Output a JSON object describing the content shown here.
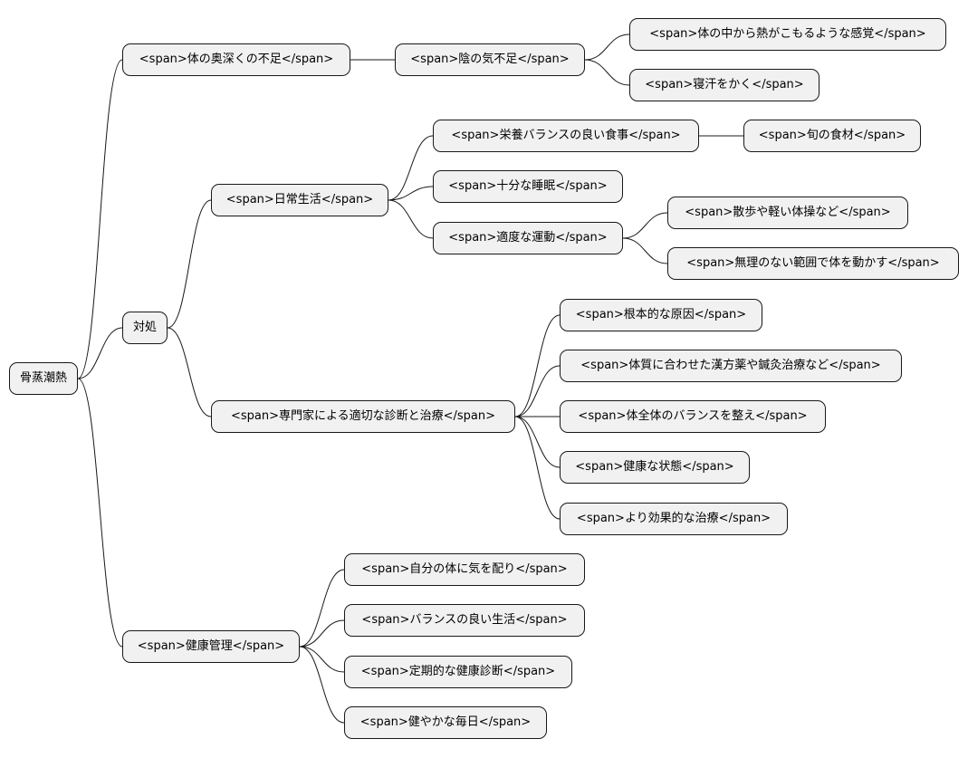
{
  "mindmap": {
    "root": {
      "id": "root",
      "label": "骨蒸潮熱"
    },
    "nodes": [
      {
        "id": "n1",
        "parent": "root",
        "label": "<span>体の奥深くの不足</span>"
      },
      {
        "id": "n1a",
        "parent": "n1",
        "label": "<span>陰の気不足</span>"
      },
      {
        "id": "n1a1",
        "parent": "n1a",
        "label": "<span>体の中から熱がこもるような感覚</span>"
      },
      {
        "id": "n1a2",
        "parent": "n1a",
        "label": "<span>寝汗をかく</span>"
      },
      {
        "id": "n2",
        "parent": "root",
        "label": "対処"
      },
      {
        "id": "n2a",
        "parent": "n2",
        "label": "<span>日常生活</span>"
      },
      {
        "id": "n2a1",
        "parent": "n2a",
        "label": "<span>栄養バランスの良い食事</span>"
      },
      {
        "id": "n2a1a",
        "parent": "n2a1",
        "label": "<span>旬の食材</span>"
      },
      {
        "id": "n2a2",
        "parent": "n2a",
        "label": "<span>十分な睡眠</span>"
      },
      {
        "id": "n2a3",
        "parent": "n2a",
        "label": "<span>適度な運動</span>"
      },
      {
        "id": "n2a3a",
        "parent": "n2a3",
        "label": "<span>散歩や軽い体操など</span>"
      },
      {
        "id": "n2a3b",
        "parent": "n2a3",
        "label": "<span>無理のない範囲で体を動かす</span>"
      },
      {
        "id": "n2b",
        "parent": "n2",
        "label": "<span>専門家による適切な診断と治療</span>"
      },
      {
        "id": "n2b1",
        "parent": "n2b",
        "label": "<span>根本的な原因</span>"
      },
      {
        "id": "n2b2",
        "parent": "n2b",
        "label": "<span>体質に合わせた漢方薬や鍼灸治療など</span>"
      },
      {
        "id": "n2b3",
        "parent": "n2b",
        "label": "<span>体全体のバランスを整え</span>"
      },
      {
        "id": "n2b4",
        "parent": "n2b",
        "label": "<span>健康な状態</span>"
      },
      {
        "id": "n2b5",
        "parent": "n2b",
        "label": "<span>より効果的な治療</span>"
      },
      {
        "id": "n3",
        "parent": "root",
        "label": "<span>健康管理</span>"
      },
      {
        "id": "n3a",
        "parent": "n3",
        "label": "<span>自分の体に気を配り</span>"
      },
      {
        "id": "n3b",
        "parent": "n3",
        "label": "<span>バランスの良い生活</span>"
      },
      {
        "id": "n3c",
        "parent": "n3",
        "label": "<span>定期的な健康診断</span>"
      },
      {
        "id": "n3d",
        "parent": "n3",
        "label": "<span>健やかな毎日</span>"
      }
    ]
  },
  "colors": {
    "node_fill": "#f1f1f1",
    "node_border": "#181818",
    "edge": "#181818",
    "background": "#ffffff"
  }
}
